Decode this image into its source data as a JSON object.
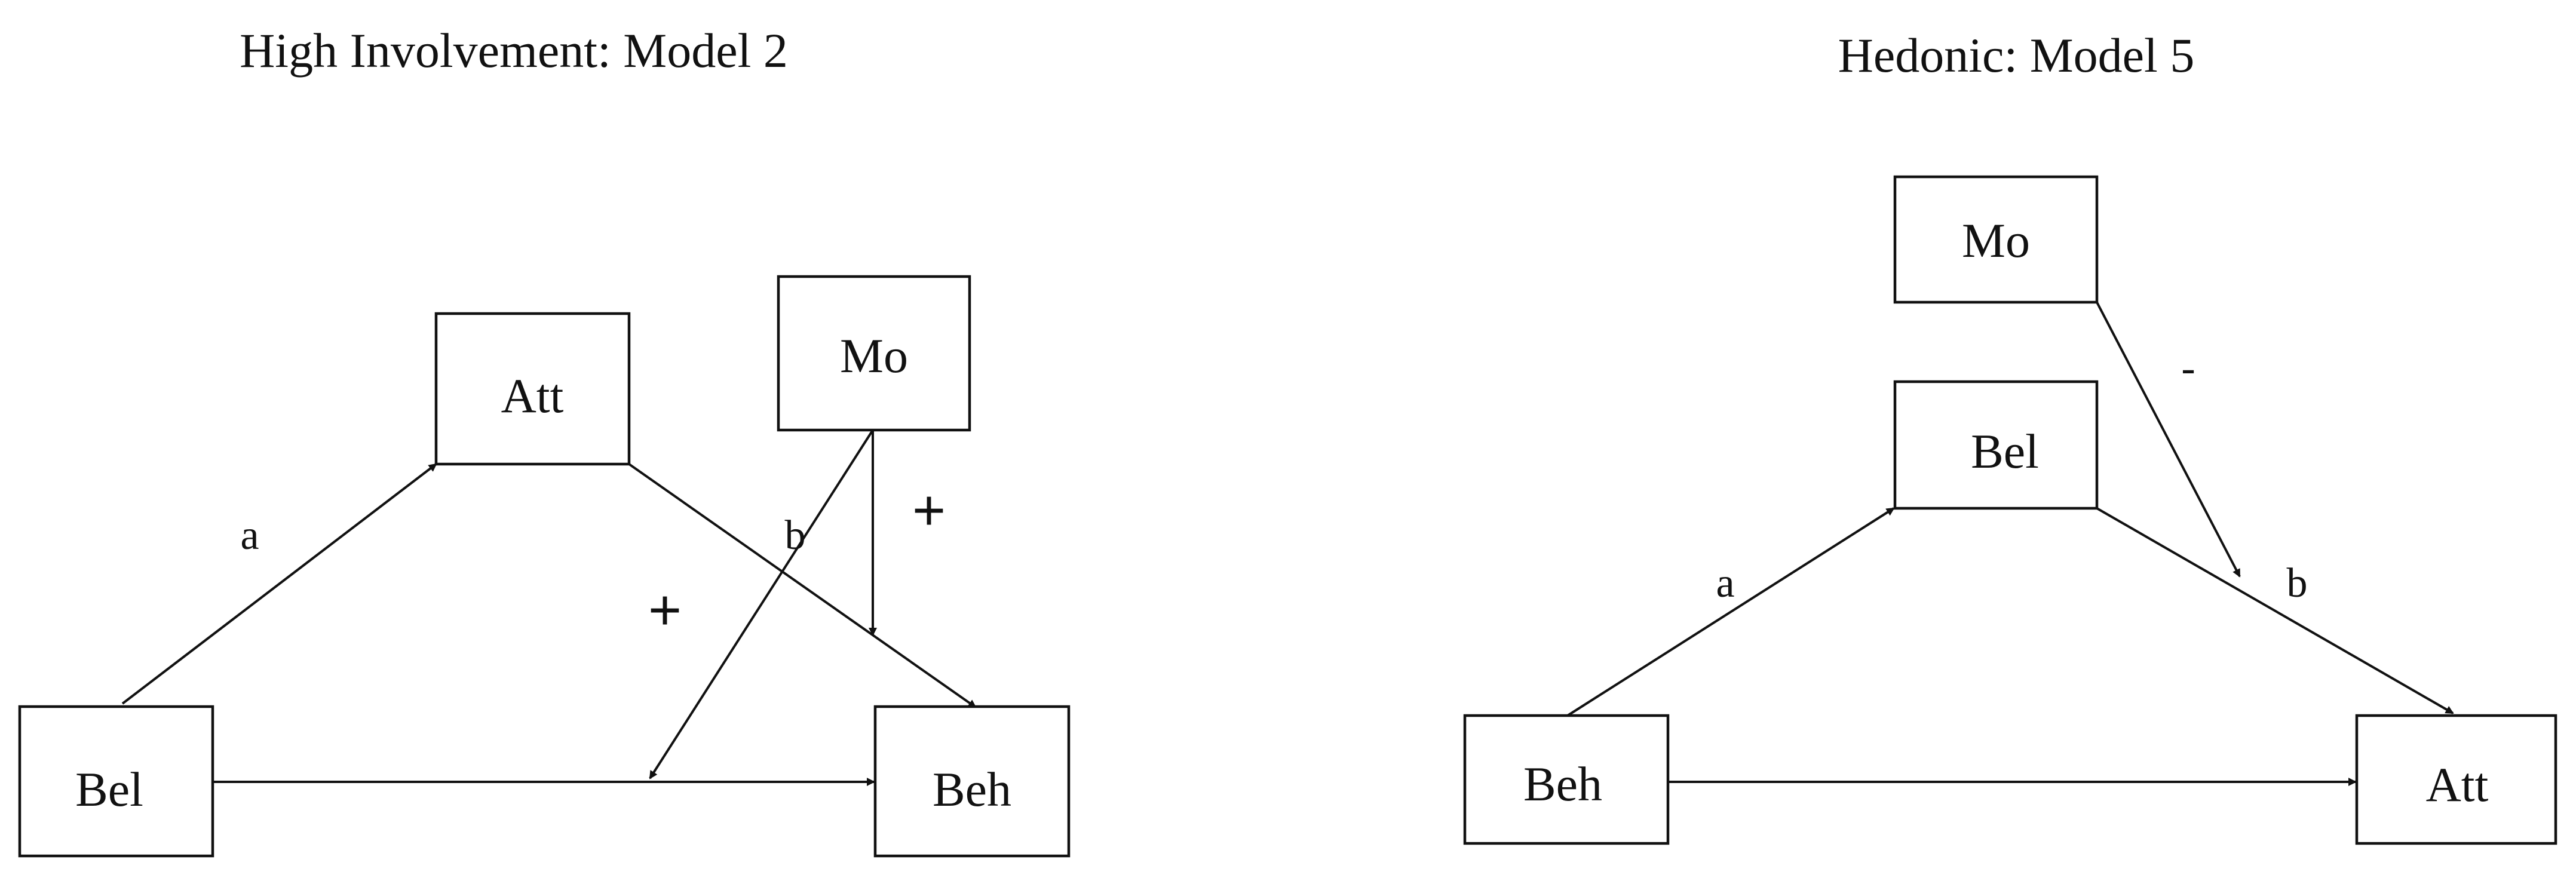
{
  "diagrams": [
    {
      "title": "High Involvement: Model 2",
      "nodes": {
        "att": "Att",
        "mo": "Mo",
        "bel": "Bel",
        "beh": "Beh"
      },
      "labels": {
        "a": "a",
        "b": "b",
        "plus_right": "+",
        "plus_left": "+"
      }
    },
    {
      "title": "Hedonic: Model 5",
      "nodes": {
        "mo": "Mo",
        "bel": "Bel",
        "beh": "Beh",
        "att": "Att"
      },
      "labels": {
        "minus": "-",
        "a": "a",
        "b": "b"
      }
    }
  ]
}
